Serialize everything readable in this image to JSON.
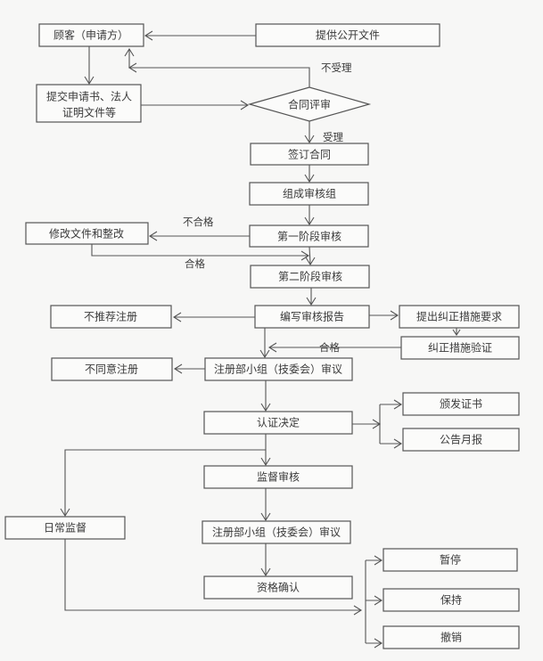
{
  "diagram": {
    "type": "flowchart",
    "nodes": {
      "customer": "顾客（申请方）",
      "provide_docs": "提供公开文件",
      "submit_application_l1": "提交申请书、法人",
      "submit_application_l2": "证明文件等",
      "contract_review": "合同评审",
      "sign_contract": "签订合同",
      "form_audit_team": "组成审核组",
      "stage1_audit": "第一阶段审核",
      "revise_docs": "修改文件和整改",
      "stage2_audit": "第二阶段审核",
      "write_audit_report": "编写审核报告",
      "not_recommend_registration": "不推荐注册",
      "corrective_action_request": "提出纠正措施要求",
      "corrective_action_verification": "纠正措施验证",
      "registration_review_1": "注册部小组（技委会）审议",
      "not_approve_registration": "不同意注册",
      "certification_decision": "认证决定",
      "issue_certificate": "颁发证书",
      "monthly_announcement": "公告月报",
      "surveillance_audit": "监督审核",
      "daily_supervision": "日常监督",
      "registration_review_2": "注册部小组（技委会）审议",
      "qualification_confirmation": "资格确认",
      "suspend": "暂停",
      "maintain": "保持",
      "revoke": "撤销"
    },
    "edge_labels": {
      "not_accepted": "不受理",
      "accepted": "受理",
      "unqualified": "不合格",
      "qualified": "合格",
      "qualified_corrective": "合格"
    },
    "edges": [
      {
        "from": "provide_docs",
        "to": "customer"
      },
      {
        "from": "customer",
        "to": "submit_application"
      },
      {
        "from": "submit_application",
        "to": "contract_review"
      },
      {
        "from": "contract_review",
        "to": "customer",
        "label": "不受理"
      },
      {
        "from": "contract_review",
        "to": "sign_contract",
        "label": "受理"
      },
      {
        "from": "sign_contract",
        "to": "form_audit_team"
      },
      {
        "from": "form_audit_team",
        "to": "stage1_audit"
      },
      {
        "from": "stage1_audit",
        "to": "revise_docs",
        "label": "不合格"
      },
      {
        "from": "revise_docs",
        "to": "stage2_audit",
        "label": "合格"
      },
      {
        "from": "stage1_audit",
        "to": "stage2_audit"
      },
      {
        "from": "stage2_audit",
        "to": "write_audit_report"
      },
      {
        "from": "write_audit_report",
        "to": "not_recommend_registration"
      },
      {
        "from": "write_audit_report",
        "to": "corrective_action_request"
      },
      {
        "from": "corrective_action_request",
        "to": "corrective_action_verification"
      },
      {
        "from": "corrective_action_verification",
        "to": "registration_review_1",
        "label": "合格"
      },
      {
        "from": "write_audit_report",
        "to": "registration_review_1"
      },
      {
        "from": "registration_review_1",
        "to": "not_approve_registration"
      },
      {
        "from": "registration_review_1",
        "to": "certification_decision"
      },
      {
        "from": "certification_decision",
        "to": "issue_certificate"
      },
      {
        "from": "certification_decision",
        "to": "monthly_announcement"
      },
      {
        "from": "certification_decision",
        "to": "surveillance_audit"
      },
      {
        "from": "certification_decision",
        "to": "daily_supervision"
      },
      {
        "from": "surveillance_audit",
        "to": "registration_review_2"
      },
      {
        "from": "registration_review_2",
        "to": "qualification_confirmation"
      },
      {
        "from": "daily_supervision",
        "to": "suspend"
      },
      {
        "from": "daily_supervision",
        "to": "maintain"
      },
      {
        "from": "daily_supervision",
        "to": "revoke"
      }
    ]
  }
}
